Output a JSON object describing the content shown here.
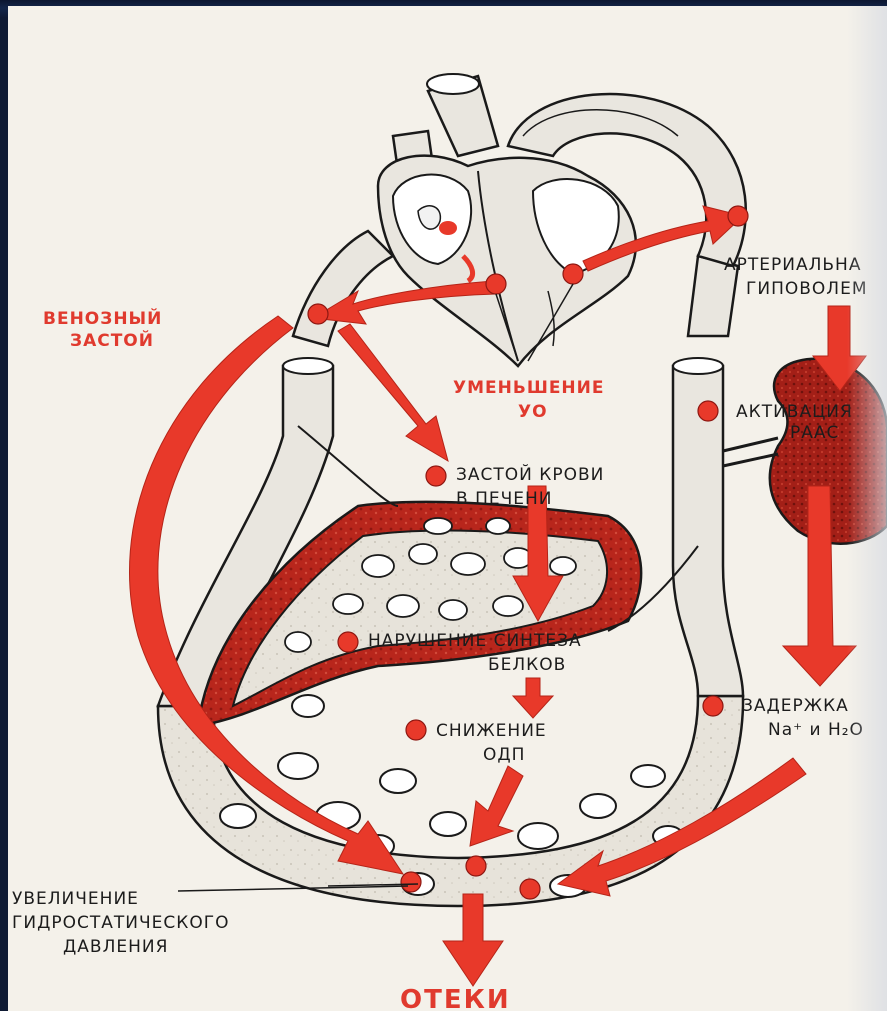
{
  "colors": {
    "accent_red": "#e8392a",
    "vessel_fill": "#e9e6df",
    "outline": "#1a1a1a",
    "tissue_red": "#b8261c",
    "background_frame": "#0f1a33"
  },
  "labels": {
    "venous_stasis": [
      "ВЕНОЗНЫЙ",
      "ЗАСТОЙ"
    ],
    "stroke_volume": [
      "УМЕНЬШЕНИЕ",
      "УО"
    ],
    "arterial_hypovolemia": [
      "АРТЕРИАЛЬНА",
      "ГИПОВОЛЕМ"
    ],
    "raas_activation": [
      "АКТИВАЦИЯ",
      "РААС"
    ],
    "liver_stasis": [
      "ЗАСТОЙ КРОВИ",
      "В ПЕЧЕНИ"
    ],
    "protein_synthesis": [
      "НАРУШЕНИЕ СИНТЕЗА",
      "БЕЛКОВ"
    ],
    "odp_decrease": [
      "СНИЖЕНИЕ",
      "ОДП"
    ],
    "retention": [
      "ЗАДЕРЖКА",
      "Na⁺ и H₂O"
    ],
    "hydrostatic": [
      "УВЕЛИЧЕНИЕ",
      "ГИДРОСТАТИЧЕСКОГО",
      "ДАВЛЕНИЯ"
    ],
    "edema": "ОТЕКИ"
  },
  "icons": {
    "heart": "heart-icon",
    "kidney": "kidney-icon",
    "liver": "liver-icon",
    "capillary": "capillary-network-icon"
  }
}
